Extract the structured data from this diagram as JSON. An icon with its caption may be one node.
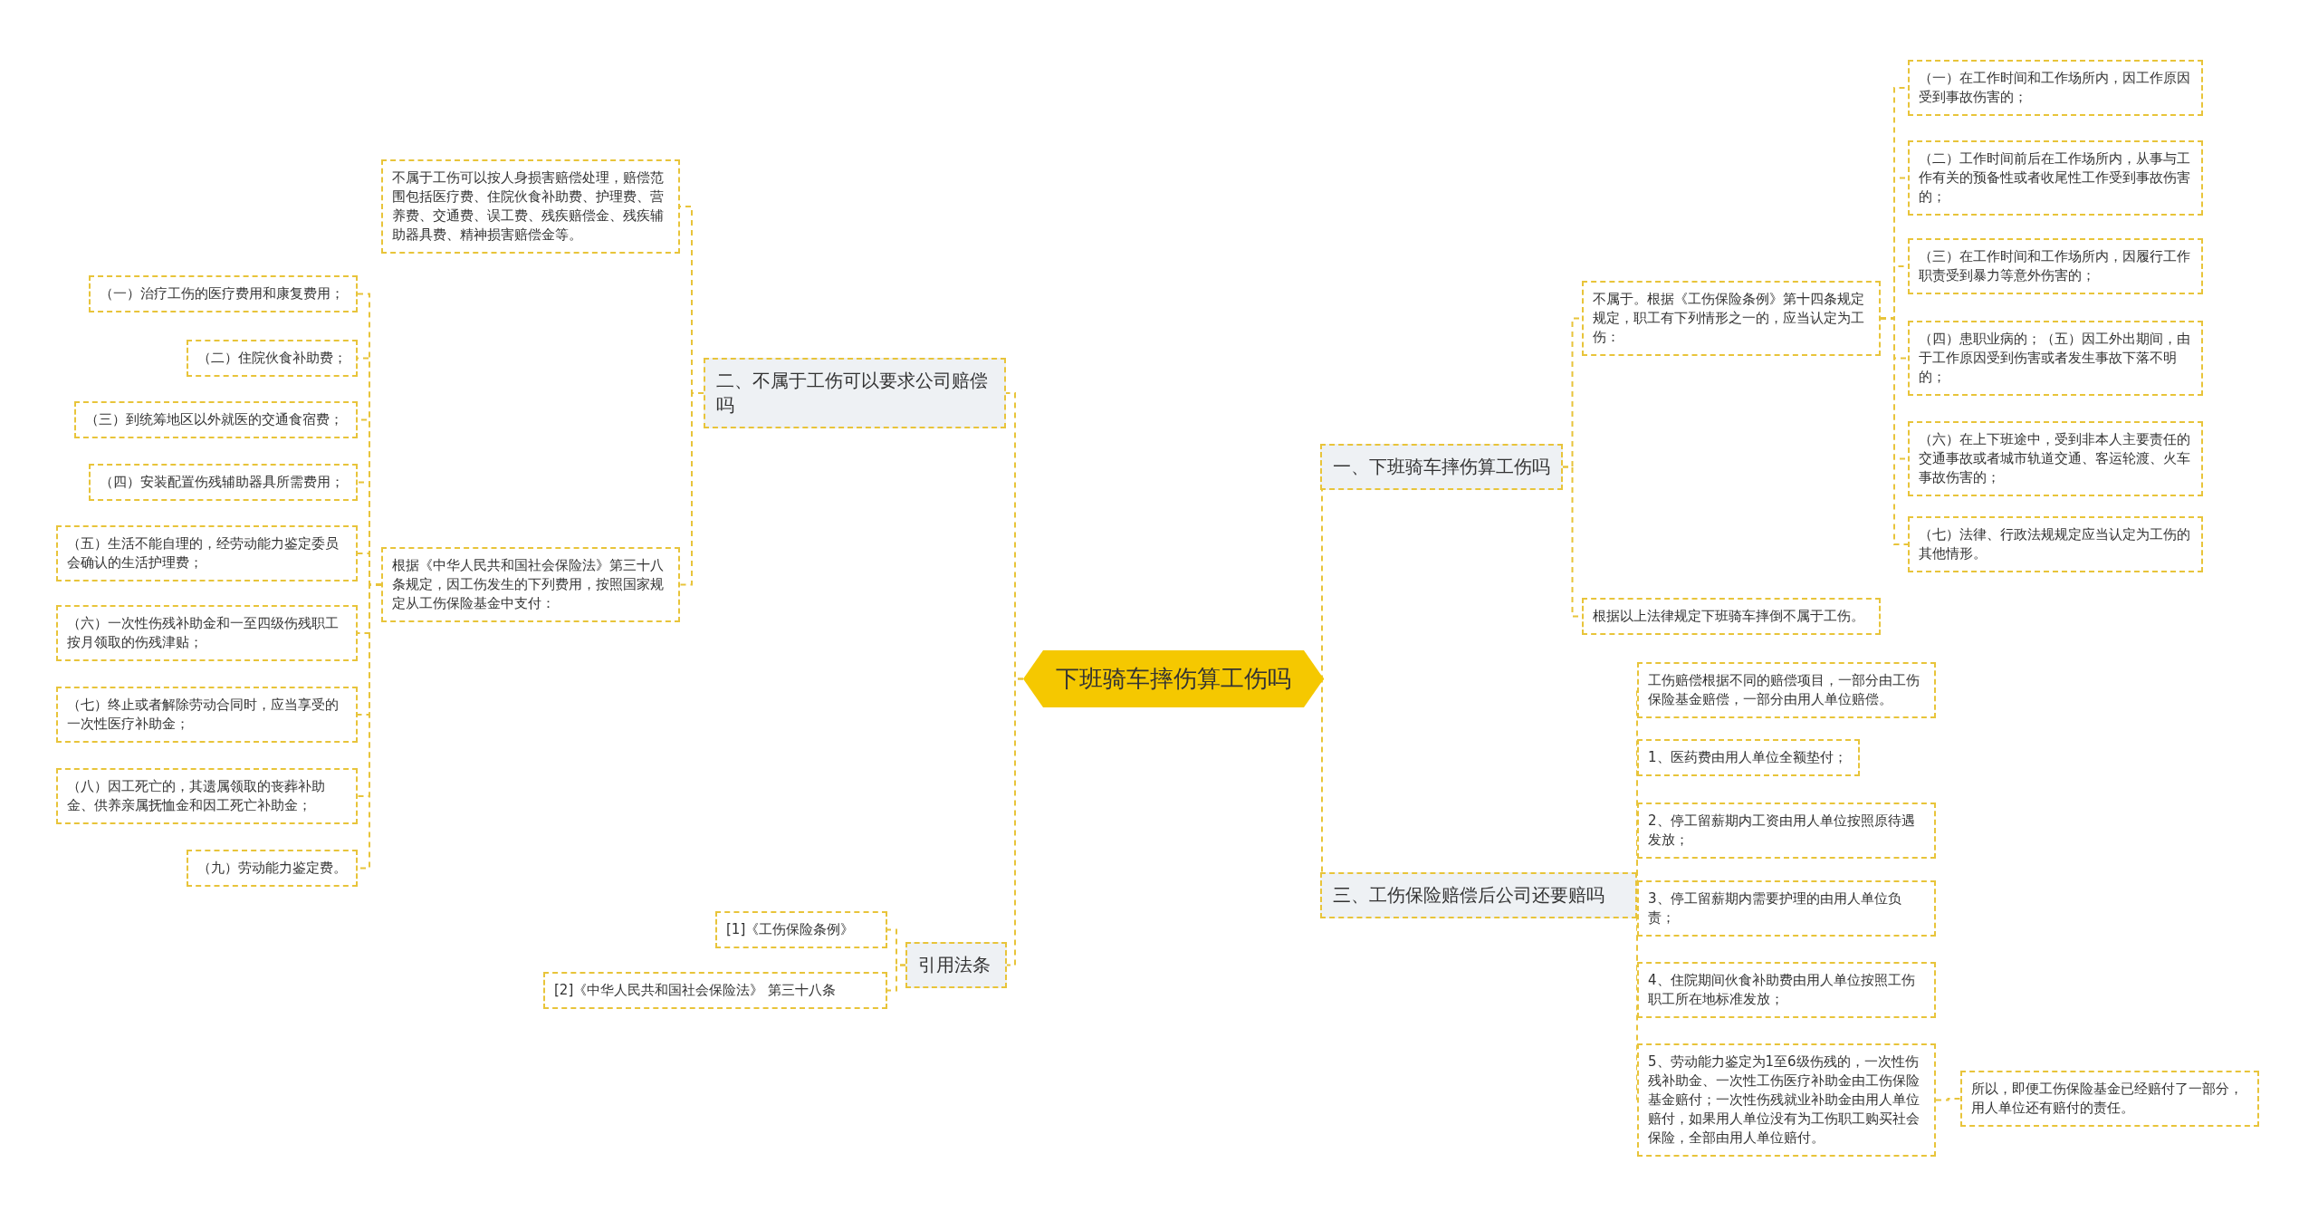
{
  "diagram": {
    "nodes": [
      {
        "text": [
          "下班骑车摔伤算工伤吗"
        ]
      },
      {
        "text": [
          "一、下班骑车摔伤算工伤吗"
        ]
      },
      {
        "text": [
          "不属于。根据《工伤保险条例》第十四条规定规定，职工有下列情形之一的，应当认定为工伤："
        ]
      },
      {
        "text": [
          "（一）在工作时间和工作场所内，因工作原因受到事故伤害的；"
        ]
      },
      {
        "text": [
          "（二）工作时间前后在工作场所内，从事与工作有关的预备性或者收尾性工作受到事故伤害的；"
        ]
      },
      {
        "text": [
          "（三）在工作时间和工作场所内，因履行工作职责受到暴力等意外伤害的；"
        ]
      },
      {
        "text": [
          "（四）患职业病的；（五）因工外出期间，由于工作原因受到伤害或者发生事故下落不明的；"
        ]
      },
      {
        "text": [
          "（六）在上下班途中，受到非本人主要责任的交通事故或者城市轨道交通、客运轮渡、火车事故伤害的；"
        ]
      },
      {
        "text": [
          "（七）法律、行政法规规定应当认定为工伤的其他情形。"
        ]
      },
      {
        "text": [
          "根据以上法律规定下班骑车摔倒不属于工伤。"
        ]
      },
      {
        "text": [
          "三、工伤保险赔偿后公司还要赔吗"
        ]
      },
      {
        "text": [
          "工伤赔偿根据不同的赔偿项目，一部分由工伤保险基金赔偿，一部分由用人单位赔偿。"
        ]
      },
      {
        "text": [
          "1、医药费由用人单位全额垫付；"
        ]
      },
      {
        "text": [
          "2、停工留薪期内工资由用人单位按照原待遇发放；"
        ]
      },
      {
        "text": [
          "3、停工留薪期内需要护理的由用人单位负责；"
        ]
      },
      {
        "text": [
          "4、住院期间伙食补助费由用人单位按照工伤职工所在地标准发放；"
        ]
      },
      {
        "text": [
          "5、劳动能力鉴定为1至6级伤残的，一次性伤残补助金、一次性工伤医疗补助金由工伤保险基金赔付；一次性伤残就业补助金由用人单位赔付，如果用人单位没有为工伤职工购买社会保险，全部由用人单位赔付。"
        ]
      },
      {
        "text": [
          "所以，即便工伤保险基金已经赔付了一部分，用人单位还有赔付的责任。"
        ]
      },
      {
        "text": [
          "二、不属于工伤可以要求公司赔偿吗"
        ]
      },
      {
        "text": [
          "不属于工伤可以按人身损害赔偿处理，赔偿范围包括医疗费、住院伙食补助费、护理费、营养费、交通费、误工费、残疾赔偿金、残疾辅助器具费、精神损害赔偿金等。"
        ]
      },
      {
        "text": [
          "根据《中华人民共和国社会保险法》第三十八条规定，因工伤发生的下列费用，按照国家规定从工伤保险基金中支付："
        ]
      },
      {
        "text": [
          "（一）治疗工伤的医疗费用和康复费用；"
        ]
      },
      {
        "text": [
          "（二）住院伙食补助费；"
        ]
      },
      {
        "text": [
          "（三）到统筹地区以外就医的交通食宿费；"
        ]
      },
      {
        "text": [
          "（四）安装配置伤残辅助器具所需费用；"
        ]
      },
      {
        "text": [
          "（五）生活不能自理的，经劳动能力鉴定委员会确认的生活护理费；"
        ]
      },
      {
        "text": [
          "（六）一次性伤残补助金和一至四级伤残职工按月领取的伤残津贴；"
        ]
      },
      {
        "text": [
          "（七）终止或者解除劳动合同时，应当享受的一次性医疗补助金；"
        ]
      },
      {
        "text": [
          "（八）因工死亡的，其遗属领取的丧葬补助金、供养亲属抚恤金和因工死亡补助金；"
        ]
      },
      {
        "text": [
          "（九）劳动能力鉴定费。"
        ]
      },
      {
        "text": [
          "引用法条"
        ]
      },
      {
        "text": [
          "[1]《工伤保险条例》"
        ]
      },
      {
        "text": [
          "[2]《中华人民共和国社会保险法》 第三十八条"
        ]
      }
    ],
    "edges": [
      {
        "from": 0,
        "to": 1,
        "arrow": "none"
      },
      {
        "from": 0,
        "to": 10,
        "arrow": "none"
      },
      {
        "from": 0,
        "to": 18,
        "arrow": "none"
      },
      {
        "from": 0,
        "to": 30,
        "arrow": "none"
      },
      {
        "from": 1,
        "to": 2,
        "arrow": "none"
      },
      {
        "from": 1,
        "to": 9,
        "arrow": "none"
      },
      {
        "from": 2,
        "to": 3,
        "arrow": "none"
      },
      {
        "from": 2,
        "to": 4,
        "arrow": "none"
      },
      {
        "from": 2,
        "to": 5,
        "arrow": "none"
      },
      {
        "from": 2,
        "to": 6,
        "arrow": "none"
      },
      {
        "from": 2,
        "to": 7,
        "arrow": "none"
      },
      {
        "from": 2,
        "to": 8,
        "arrow": "none"
      },
      {
        "from": 10,
        "to": 11,
        "arrow": "none"
      },
      {
        "from": 10,
        "to": 12,
        "arrow": "none"
      },
      {
        "from": 10,
        "to": 13,
        "arrow": "none"
      },
      {
        "from": 10,
        "to": 14,
        "arrow": "none"
      },
      {
        "from": 10,
        "to": 15,
        "arrow": "none"
      },
      {
        "from": 10,
        "to": 16,
        "arrow": "none"
      },
      {
        "from": 16,
        "to": 17,
        "arrow": "none"
      },
      {
        "from": 18,
        "to": 19,
        "arrow": "none"
      },
      {
        "from": 18,
        "to": 20,
        "arrow": "none"
      },
      {
        "from": 20,
        "to": 21,
        "arrow": "none"
      },
      {
        "from": 20,
        "to": 22,
        "arrow": "none"
      },
      {
        "from": 20,
        "to": 23,
        "arrow": "none"
      },
      {
        "from": 20,
        "to": 24,
        "arrow": "none"
      },
      {
        "from": 20,
        "to": 25,
        "arrow": "none"
      },
      {
        "from": 20,
        "to": 26,
        "arrow": "none"
      },
      {
        "from": 20,
        "to": 27,
        "arrow": "none"
      },
      {
        "from": 20,
        "to": 28,
        "arrow": "none"
      },
      {
        "from": 20,
        "to": 29,
        "arrow": "none"
      },
      {
        "from": 30,
        "to": 31,
        "arrow": "none"
      },
      {
        "from": 30,
        "to": 32,
        "arrow": "none"
      }
    ]
  }
}
